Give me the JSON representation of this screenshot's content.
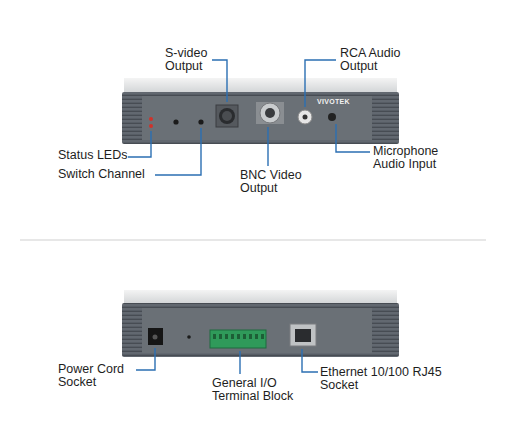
{
  "diagram": {
    "labels": [
      "S-video Output",
      "RCA Audio Output",
      "Status LEDs",
      "Switch Channel",
      "BNC Video Output",
      "Microphone Audio Input",
      "VIVOTEK",
      "Power Cord Socket",
      "General I/O Terminal Block",
      "Ethernet 10/100 RJ45 Socket"
    ]
  }
}
